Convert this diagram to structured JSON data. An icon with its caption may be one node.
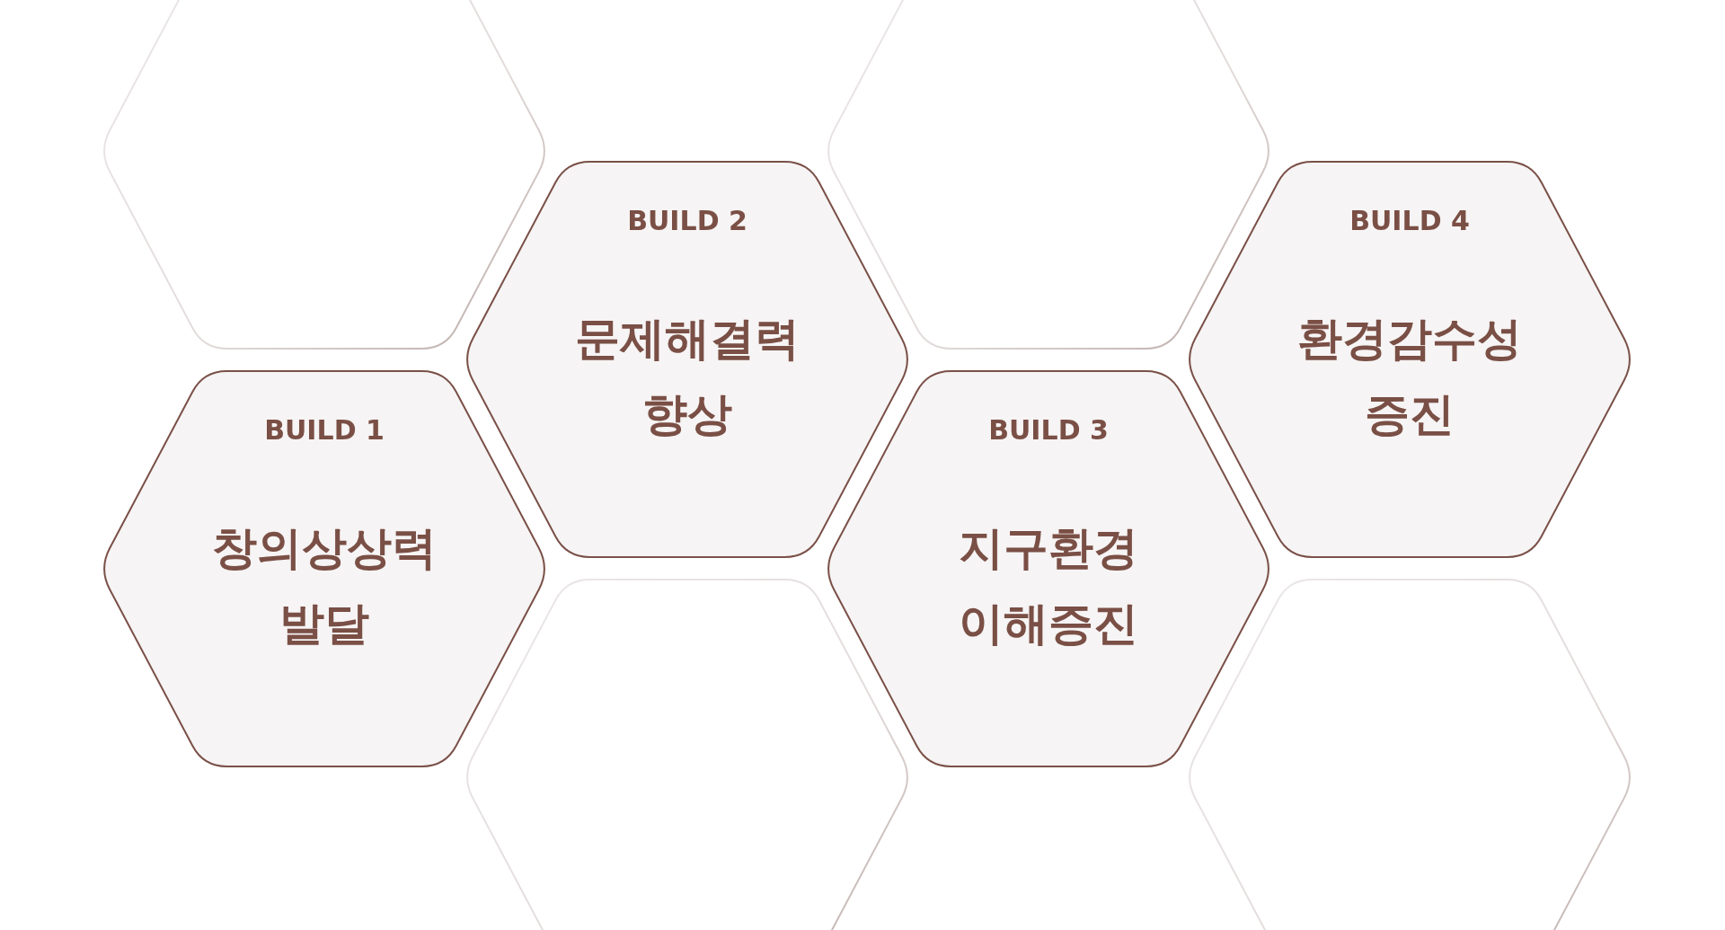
{
  "diagram": {
    "nodes": [
      {
        "text": [
          "BUILD 1",
          "창의상상력 발달"
        ]
      },
      {
        "text": [
          "BUILD 2",
          "문제해결력 향상"
        ]
      },
      {
        "text": [
          "BUILD 3",
          "지구환경 이해증진"
        ]
      },
      {
        "text": [
          "BUILD 4",
          "환경감수성 증진"
        ]
      },
      {
        "text": [],
        "shape": "hexagon"
      },
      {
        "text": [],
        "shape": "hexagon"
      },
      {
        "text": [],
        "shape": "hexagon"
      },
      {
        "text": [],
        "shape": "hexagon"
      }
    ]
  }
}
